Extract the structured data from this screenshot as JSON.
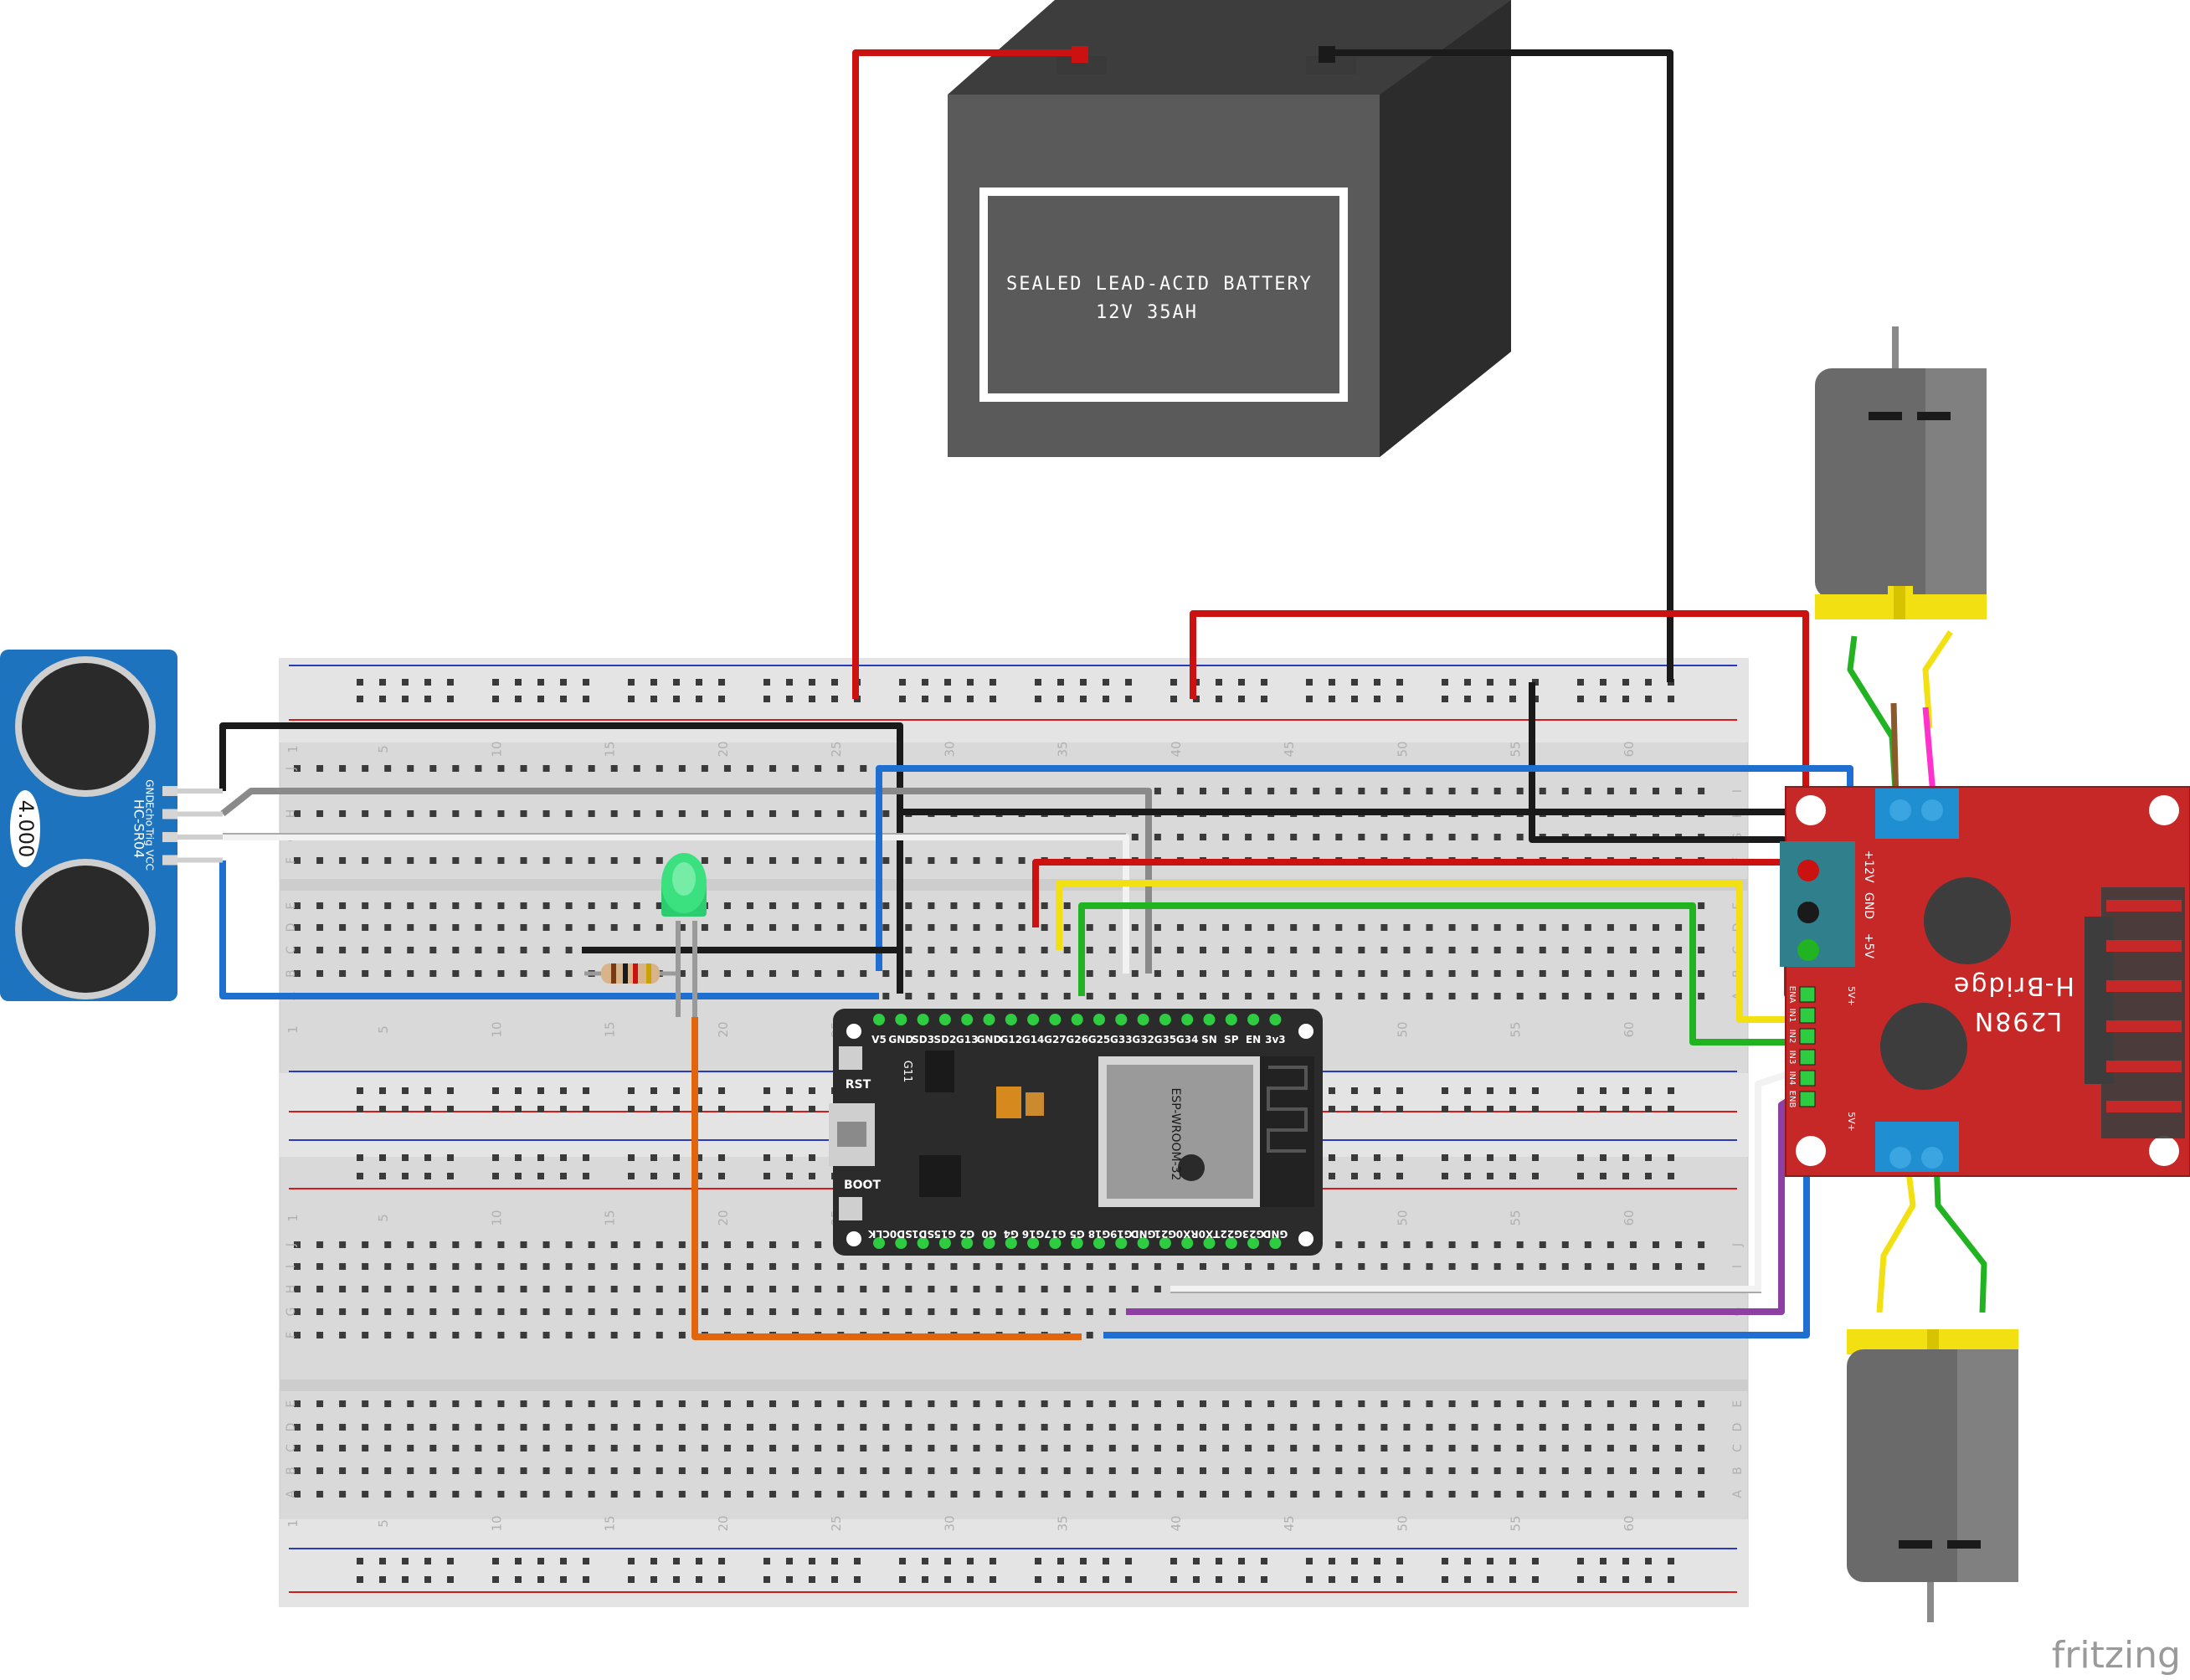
{
  "battery": {
    "label_line1": "SEALED LEAD-ACID BATTERY",
    "label_line2": "12V 35AH"
  },
  "breadboard": {
    "column_numbers": [
      "1",
      "5",
      "10",
      "15",
      "20",
      "25",
      "30",
      "35",
      "40",
      "45",
      "50",
      "55",
      "60"
    ],
    "row_letters_top": [
      "J",
      "I",
      "H",
      "G",
      "F",
      "E",
      "D",
      "C",
      "B",
      "A"
    ],
    "row_letters_bottom": [
      "E",
      "D",
      "C",
      "B",
      "A"
    ],
    "rail_colors": {
      "positive": "#d11c1c",
      "negative": "#2b3bb5"
    }
  },
  "ultrasonic_sensor": {
    "model": "HC-SR04",
    "crystal": "4.000",
    "pins": [
      "GND",
      "Echo",
      "Trig",
      "VCC"
    ]
  },
  "esp32": {
    "top_pins": [
      "V5",
      "GND",
      "SD3",
      "SD2",
      "G13",
      "GND",
      "G12",
      "G14",
      "G27",
      "G26",
      "G25",
      "G33",
      "G32",
      "G35",
      "G34",
      "SN",
      "SP",
      "EN",
      "3v3"
    ],
    "bottom_pins": [
      "CLK",
      "SD0",
      "SD1",
      "G15",
      "G2",
      "G0",
      "G4",
      "G16",
      "G17",
      "G5",
      "G18",
      "G19",
      "GND",
      "G21",
      "RX0",
      "TX0",
      "G22",
      "G23",
      "GND"
    ],
    "rst_label": "RST",
    "boot_label": "BOOT",
    "module_name": "ESP-WROOM-32",
    "g11_label": "G11"
  },
  "l298n": {
    "title": "L298N",
    "subtitle": "H-Bridge",
    "power_pins": [
      "+12V",
      "GND",
      "+5V"
    ],
    "control_pins": [
      "ENA",
      "IN1",
      "IN2",
      "IN3",
      "IN4",
      "ENB"
    ],
    "jumper_labels": [
      "5V+",
      "5V+"
    ]
  },
  "watermark": "fritzing",
  "colors": {
    "board_red": "#c62828",
    "sensor_blue": "#1e73be",
    "battery_gray": "#555555",
    "wire_red": "#cc1111",
    "wire_black": "#1a1a1a",
    "wire_blue": "#1f6fd1",
    "wire_yellow": "#f2e012",
    "wire_green": "#22b322",
    "wire_orange": "#e2650c",
    "wire_purple": "#8e3fa3",
    "wire_white": "#f2f2f2",
    "wire_gray": "#8a8a8a"
  }
}
